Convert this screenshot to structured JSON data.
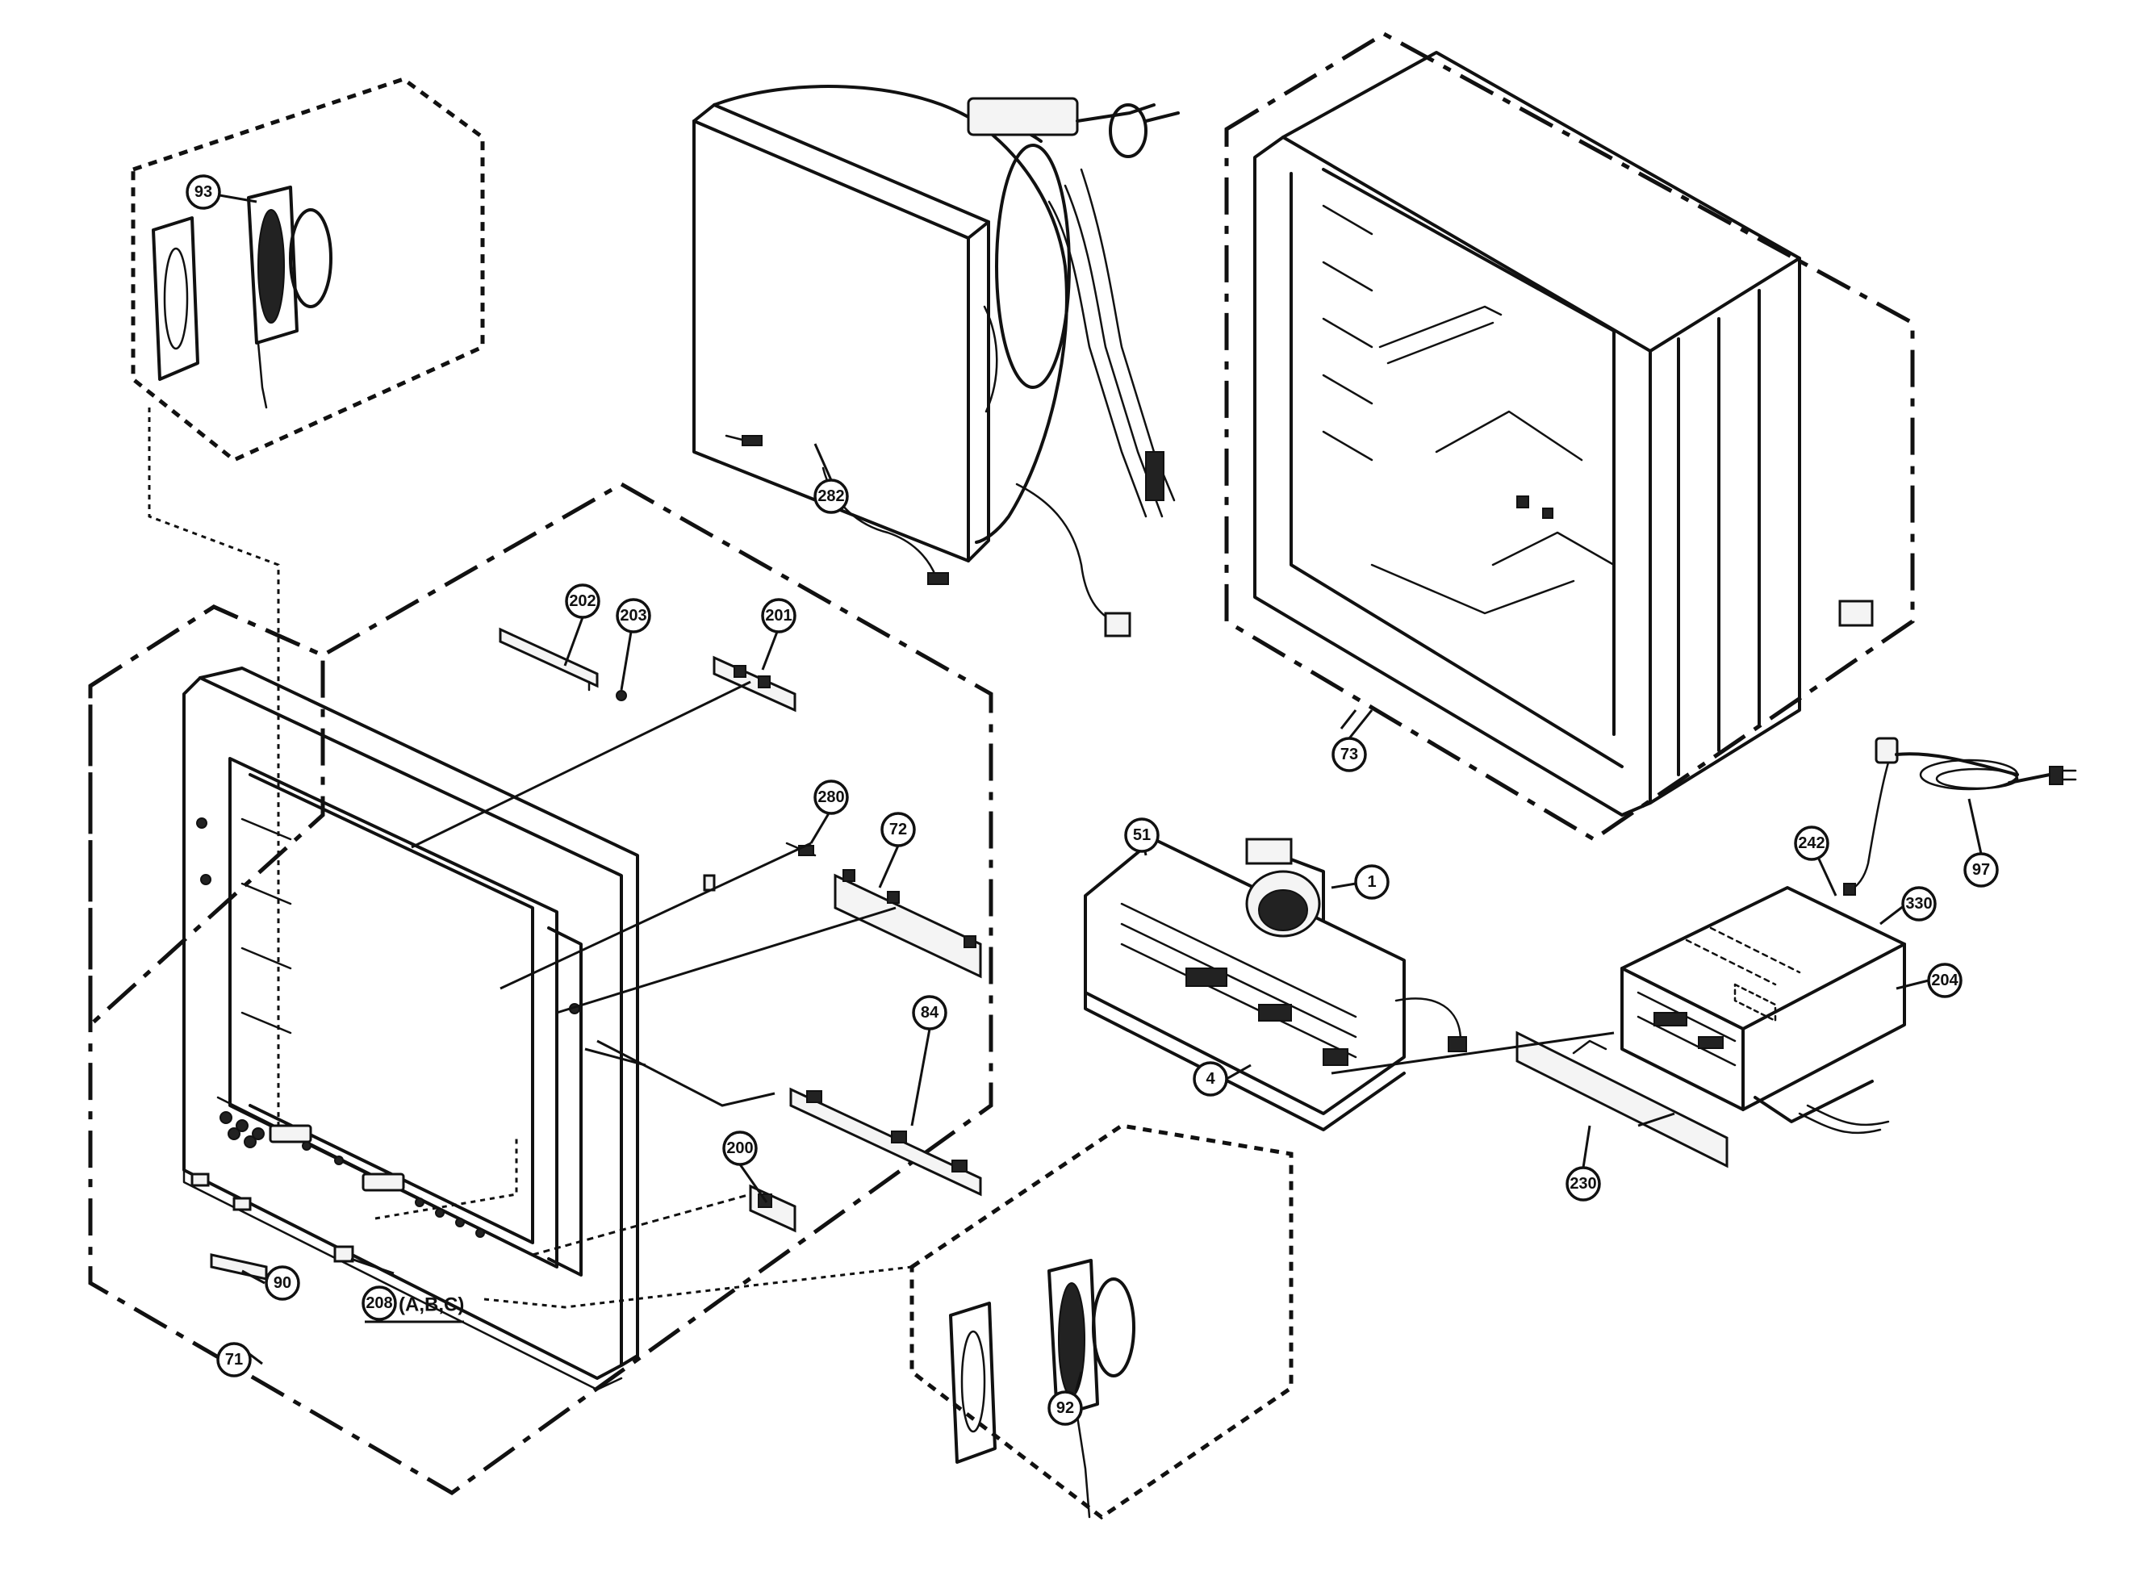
{
  "callouts": {
    "c1": "1",
    "c4": "4",
    "c51": "51",
    "c71": "71",
    "c72": "72",
    "c73": "73",
    "c84": "84",
    "c90": "90",
    "c92": "92",
    "c93": "93",
    "c97": "97",
    "c200": "200",
    "c201": "201",
    "c202": "202",
    "c203": "203",
    "c204": "204",
    "c208": "208",
    "c208_suffix": "(A,B,C)",
    "c230": "230",
    "c242": "242",
    "c280": "280",
    "c282": "282",
    "c330": "330"
  }
}
